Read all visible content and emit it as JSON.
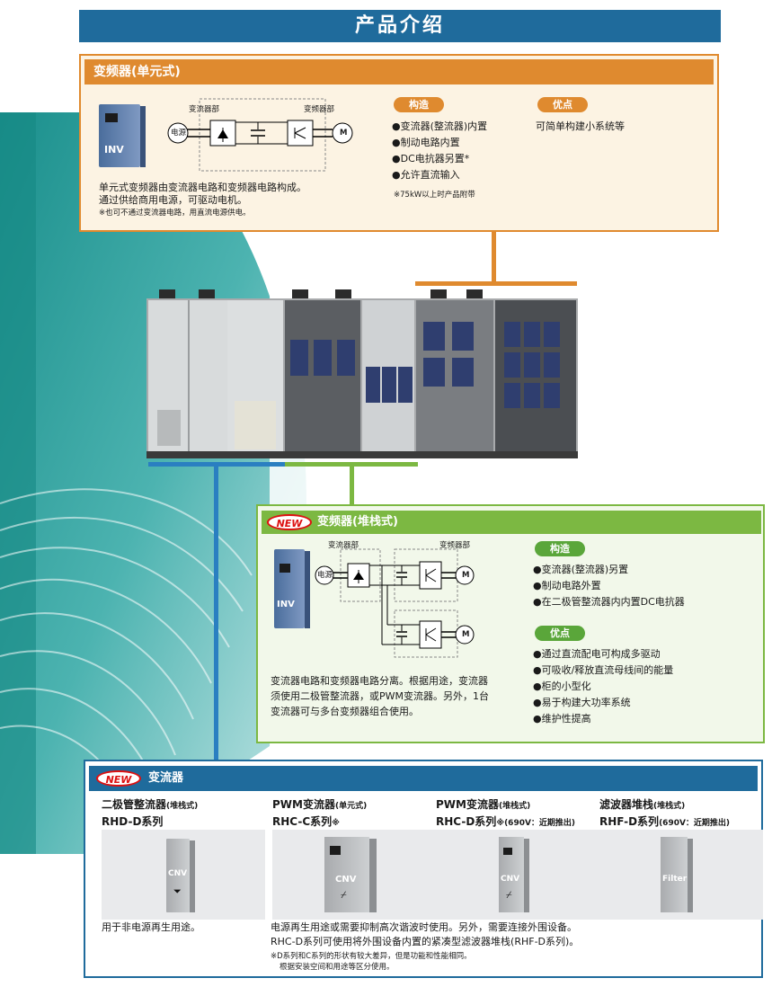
{
  "page_title": "产品介绍",
  "single_unit": {
    "header": "变频器(单元式)",
    "unit_label": "INV",
    "diagram": {
      "label_left": "变流器部",
      "label_right": "变频器部",
      "power": "电源",
      "motor": "M"
    },
    "description_lines": [
      "单元式变频器由变流器电路和变频器电路构成。",
      "通过供给商用电源，可驱动电机。"
    ],
    "note": "※也可不通过变流器电路，用直流电源供电。",
    "structure_label": "构造",
    "structure_items": [
      "●变流器(整流器)内置",
      "●制动电路内置",
      "●DC电抗器另置*",
      "●允许直流输入"
    ],
    "structure_note": "※75kW以上时产品附带",
    "merit_label": "优点",
    "merit_items": [
      "可简单构建小系统等"
    ]
  },
  "stack_unit": {
    "new_badge": "NEW",
    "header": "变频器(堆栈式)",
    "unit_label": "INV",
    "diagram": {
      "label_left": "变流器部",
      "label_right": "变频器部",
      "power": "电源",
      "motor": "M"
    },
    "description_lines": [
      "变流器电路和变频器电路分离。根据用途，变流器",
      "须使用二极管整流器，或PWM变流器。另外，1台",
      "变流器可与多台变频器组合使用。"
    ],
    "structure_label": "构造",
    "structure_items": [
      "●变流器(整流器)另置",
      "●制动电路外置",
      "●在二极管整流器内内置DC电抗器"
    ],
    "merit_label": "优点",
    "merit_items": [
      "●通过直流配电可构成多驱动",
      "●可吸收/释放直流母线间的能量",
      "●柜的小型化",
      "●易于构建大功率系统",
      "●维护性提高"
    ]
  },
  "converter": {
    "new_badge": "NEW",
    "header": "变流器",
    "products": [
      {
        "name": "二极管整流器",
        "type": "(堆栈式)",
        "series": "RHD-D系列",
        "mark": "",
        "note": "",
        "unit_label": "CNV"
      },
      {
        "name": "PWM变流器",
        "type": "(单元式)",
        "series": "RHC-C系列",
        "mark": "※",
        "note": "",
        "unit_label": "CNV"
      },
      {
        "name": "PWM变流器",
        "type": "(堆栈式)",
        "series": "RHC-D系列",
        "mark": "※",
        "note": "(690V：近期推出)",
        "unit_label": "CNV"
      },
      {
        "name": "滤波器堆栈",
        "type": "(堆栈式)",
        "series": "RHF-D系列",
        "mark": "",
        "note": "(690V：近期推出)",
        "unit_label": "Filter"
      }
    ],
    "desc_left": "用于非电源再生用途。",
    "desc_right_lines": [
      "电源再生用途或需要抑制高次谐波时使用。另外，需要连接外围设备。",
      "RHC-D系列可使用将外围设备内置的紧凑型滤波器堆栈(RHF-D系列)。"
    ],
    "footnote_lines": [
      "※D系列和C系列的形状有较大差异，但是功能和性能相同。",
      "根据安装空间和用途等区分使用。"
    ]
  },
  "colors": {
    "title_blue": "#1f6b9c",
    "orange": "#df8a2f",
    "green": "#7cb842",
    "new_red": "#d11111"
  }
}
